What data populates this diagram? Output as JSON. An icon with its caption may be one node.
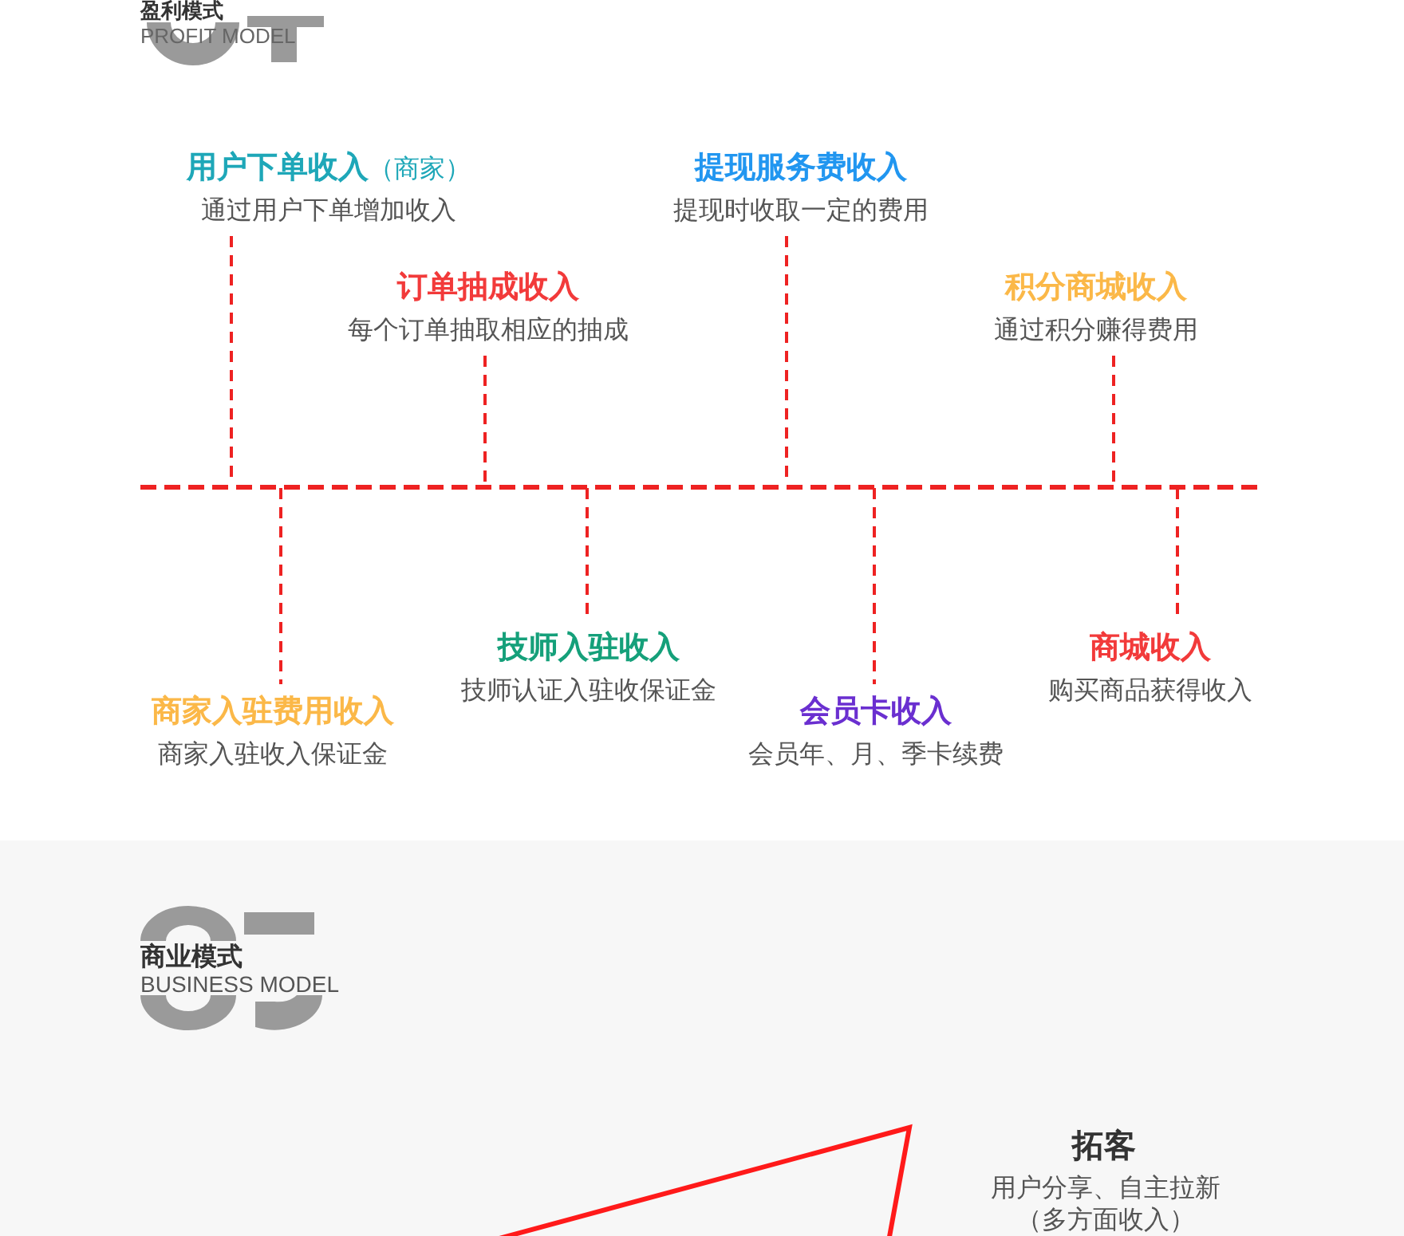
{
  "diagram": {
    "nodes": [
      {
        "text": [
          "用户下单收入",
          "通过用户下单增加收入"
        ],
        "beside": [
          "（商家）"
        ]
      },
      {
        "text": [
          "订单抽成收入",
          "每个订单抽取相应的抽成"
        ]
      },
      {
        "text": [
          "提现服务费收入",
          "提现时收取一定的费用"
        ]
      },
      {
        "text": [
          "积分商城收入",
          "通过积分赚得费用"
        ]
      },
      {
        "text": [],
        "shape": "bar"
      },
      {
        "text": [
          "商家入驻费用收入",
          "商家入驻收入保证金"
        ]
      },
      {
        "text": [
          "技师入驻收入",
          "技师认证入驻收保证金"
        ]
      },
      {
        "text": [
          "会员卡收入",
          "会员年、月、季卡续费"
        ]
      },
      {
        "text": [
          "商城收入",
          "购买商品获得收入"
        ]
      },
      {
        "text": [],
        "shape": "triangle"
      }
    ],
    "edges": [
      {
        "from": 0,
        "to": 4,
        "arrow": "none",
        "style": "dashed"
      },
      {
        "from": 1,
        "to": 4,
        "arrow": "none",
        "style": "dashed"
      },
      {
        "from": 2,
        "to": 4,
        "arrow": "none",
        "style": "dashed"
      },
      {
        "from": 3,
        "to": 4,
        "arrow": "none",
        "style": "dashed"
      },
      {
        "from": 4,
        "to": 5,
        "arrow": "none",
        "style": "dashed"
      },
      {
        "from": 4,
        "to": 6,
        "arrow": "none",
        "style": "dashed"
      },
      {
        "from": 4,
        "to": 7,
        "arrow": "none",
        "style": "dashed"
      },
      {
        "from": 4,
        "to": 8,
        "arrow": "none",
        "style": "dashed"
      }
    ],
    "labels": [
      "盈利模式",
      "PROFIT MODEL",
      "商业模式",
      "BUSINESS MODEL",
      "拓客",
      "用户分享、自主拉新（多方面收入）"
    ]
  }
}
